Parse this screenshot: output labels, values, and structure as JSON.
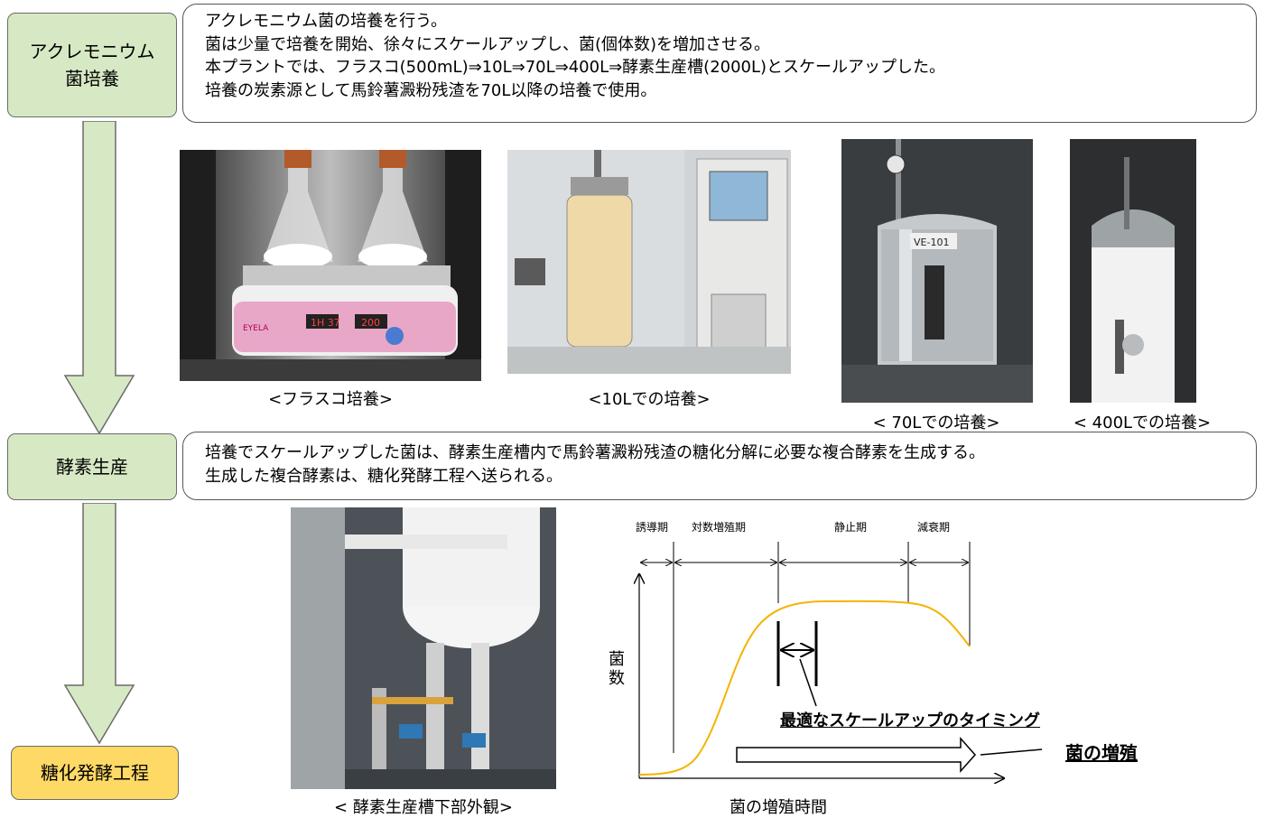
{
  "steps": {
    "culture": "アクレモニウム\n菌培養",
    "enzyme": "酵素生産",
    "fermentation": "糖化発酵工程"
  },
  "culture_note": {
    "lines": [
      "アクレモニウム菌の培養を行う。",
      "菌は少量で培養を開始、徐々にスケールアップし、菌(個体数)を増加させる。",
      "本プラントでは、フラスコ(500mL)⇒10L⇒70L⇒400L⇒酵素生産槽(2000L)とスケールアップした。",
      "培養の炭素源として馬鈴薯澱粉残渣を70L以降の培養で使用。"
    ]
  },
  "enzyme_note": {
    "lines": [
      "培養でスケールアップした菌は、酵素生産槽内で馬鈴薯澱粉残渣の糖化分解に必要な複合酵素を生成する。",
      "生成した複合酵素は、糖化発酵工程へ送られる。"
    ]
  },
  "photos": {
    "flask": {
      "caption": "<フラスコ培養>",
      "display_a": "1H 37",
      "display_b": "200",
      "brand": "EYELA"
    },
    "l10": {
      "caption": "<10Lでの培養>"
    },
    "l70": {
      "caption": "< 70Lでの培養>",
      "tag": "VE-101"
    },
    "l400": {
      "caption": "< 400Lでの培養>"
    },
    "tank": {
      "caption": "< 酵素生産槽下部外観>"
    }
  },
  "growth_chart": {
    "phases": [
      "誘導期",
      "対数増殖期",
      "静止期",
      "減衰期"
    ],
    "ylabel": "菌数",
    "xlabel": "菌の増殖時間",
    "timing_label": "最適なスケールアップのタイミング",
    "growth_label": "菌の増殖",
    "curve_color": "#f5b400"
  }
}
